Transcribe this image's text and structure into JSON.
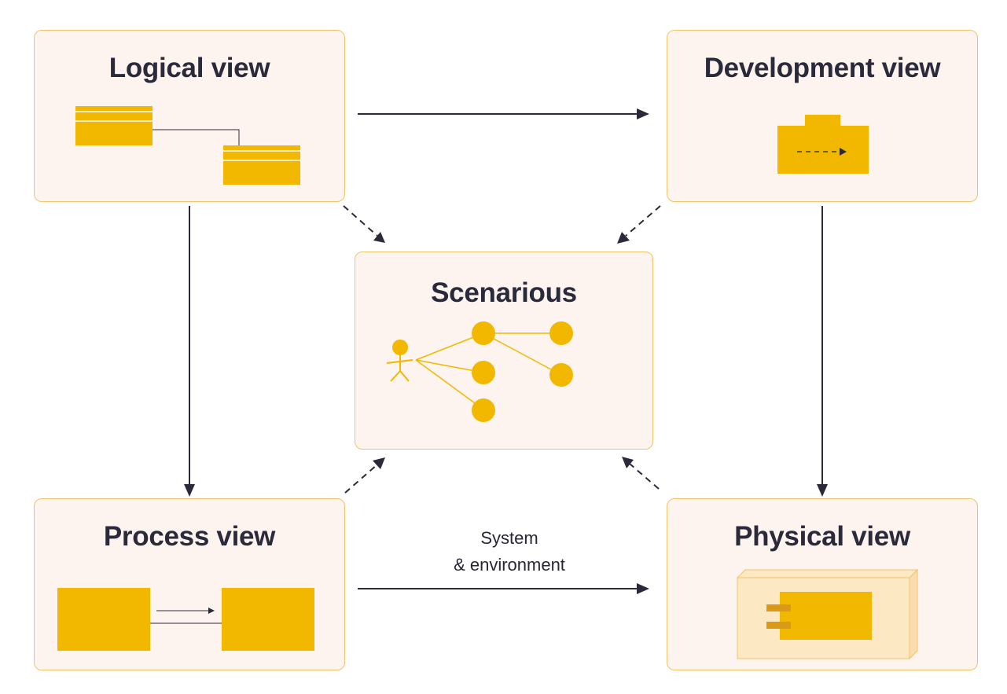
{
  "views": {
    "logical": {
      "title": "Logical view"
    },
    "development": {
      "title": "Development view"
    },
    "scenarios": {
      "title": "Scenarious"
    },
    "process": {
      "title": "Process view"
    },
    "physical": {
      "title": "Physical view"
    }
  },
  "edges": {
    "process_to_physical": {
      "label_line1": "System",
      "label_line2": "& environment"
    }
  },
  "colors": {
    "panel_bg": "#fdf4ef",
    "panel_border": "#f0c46a",
    "accent": "#f2b800",
    "accent_light": "#fde8c4",
    "accent_dark": "#d99a1a",
    "arrow": "#2a2a3a"
  }
}
